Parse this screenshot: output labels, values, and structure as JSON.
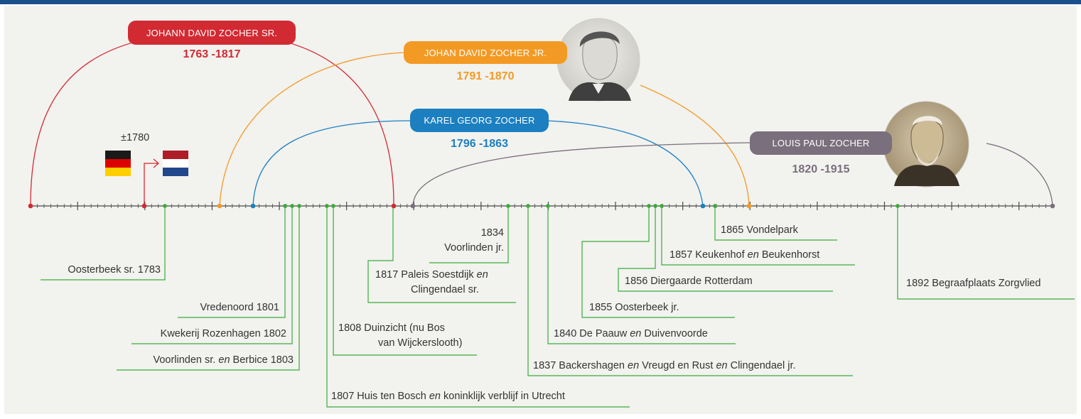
{
  "colors": {
    "sr": "#d22a32",
    "jr": "#f39a25",
    "karel": "#1b7fc0",
    "louis": "#7a6f7d",
    "event": "#3aab3a",
    "axis": "#4a4a4a"
  },
  "people": [
    {
      "id": "sr",
      "name": "JOHANN DAVID ZOCHER SR.",
      "years": "1763 -1817",
      "color": "#d22a32"
    },
    {
      "id": "jr",
      "name": "JOHAN DAVID ZOCHER JR.",
      "years": "1791 -1870",
      "color": "#f39a25"
    },
    {
      "id": "karel",
      "name": "KAREL GEORG ZOCHER",
      "years": "1796 -1863",
      "color": "#1b7fc0"
    },
    {
      "id": "louis",
      "name": "LOUIS PAUL ZOCHER",
      "years": "1820 -1915",
      "color": "#7a6f7d"
    }
  ],
  "migration": {
    "label": "±1780",
    "from_flag": "germany-flag",
    "to_flag": "netherlands-flag"
  },
  "events": [
    {
      "id": "e1783",
      "text": "Oosterbeek sr. 1783"
    },
    {
      "id": "e1801",
      "text": "Vredenoord 1801"
    },
    {
      "id": "e1802",
      "text": "Kwekerij Rozenhagen 1802"
    },
    {
      "id": "e1803",
      "t1": "Voorlinden sr. ",
      "it": "en",
      "t2": " Berbice 1803"
    },
    {
      "id": "e1807",
      "t1": "1807  Huis ten Bosch ",
      "it": "en",
      "t2": " koninklijk verblijf in Utrecht"
    },
    {
      "id": "e1808",
      "line1": "1808  Duinzicht (nu Bos",
      "line2": "van Wijckerslooth)"
    },
    {
      "id": "e1817",
      "t1": "1817  Paleis Soestdijk ",
      "it": "en",
      "line2": "Clingendael sr."
    },
    {
      "id": "e1834",
      "line1": "1834",
      "line2": "Voorlinden jr."
    },
    {
      "id": "e1837",
      "t1": "1837  Backershagen ",
      "it": "en",
      "t2": " Vreugd en Rust ",
      "it2": "en",
      "t3": " Clingendael jr."
    },
    {
      "id": "e1840",
      "t1": "1840  De Paauw ",
      "it": "en",
      "t2": " Duivenvoorde"
    },
    {
      "id": "e1855",
      "text": "1855  Oosterbeek jr."
    },
    {
      "id": "e1856",
      "text": "1856  Diergaarde Rotterdam"
    },
    {
      "id": "e1857",
      "t1": "1857 Keukenhof ",
      "it": "en",
      "t2": " Beukenhorst"
    },
    {
      "id": "e1865",
      "text": "1865  Vondelpark"
    },
    {
      "id": "e1892",
      "text": "1892 Begraafplaats Zorgvlied"
    }
  ]
}
